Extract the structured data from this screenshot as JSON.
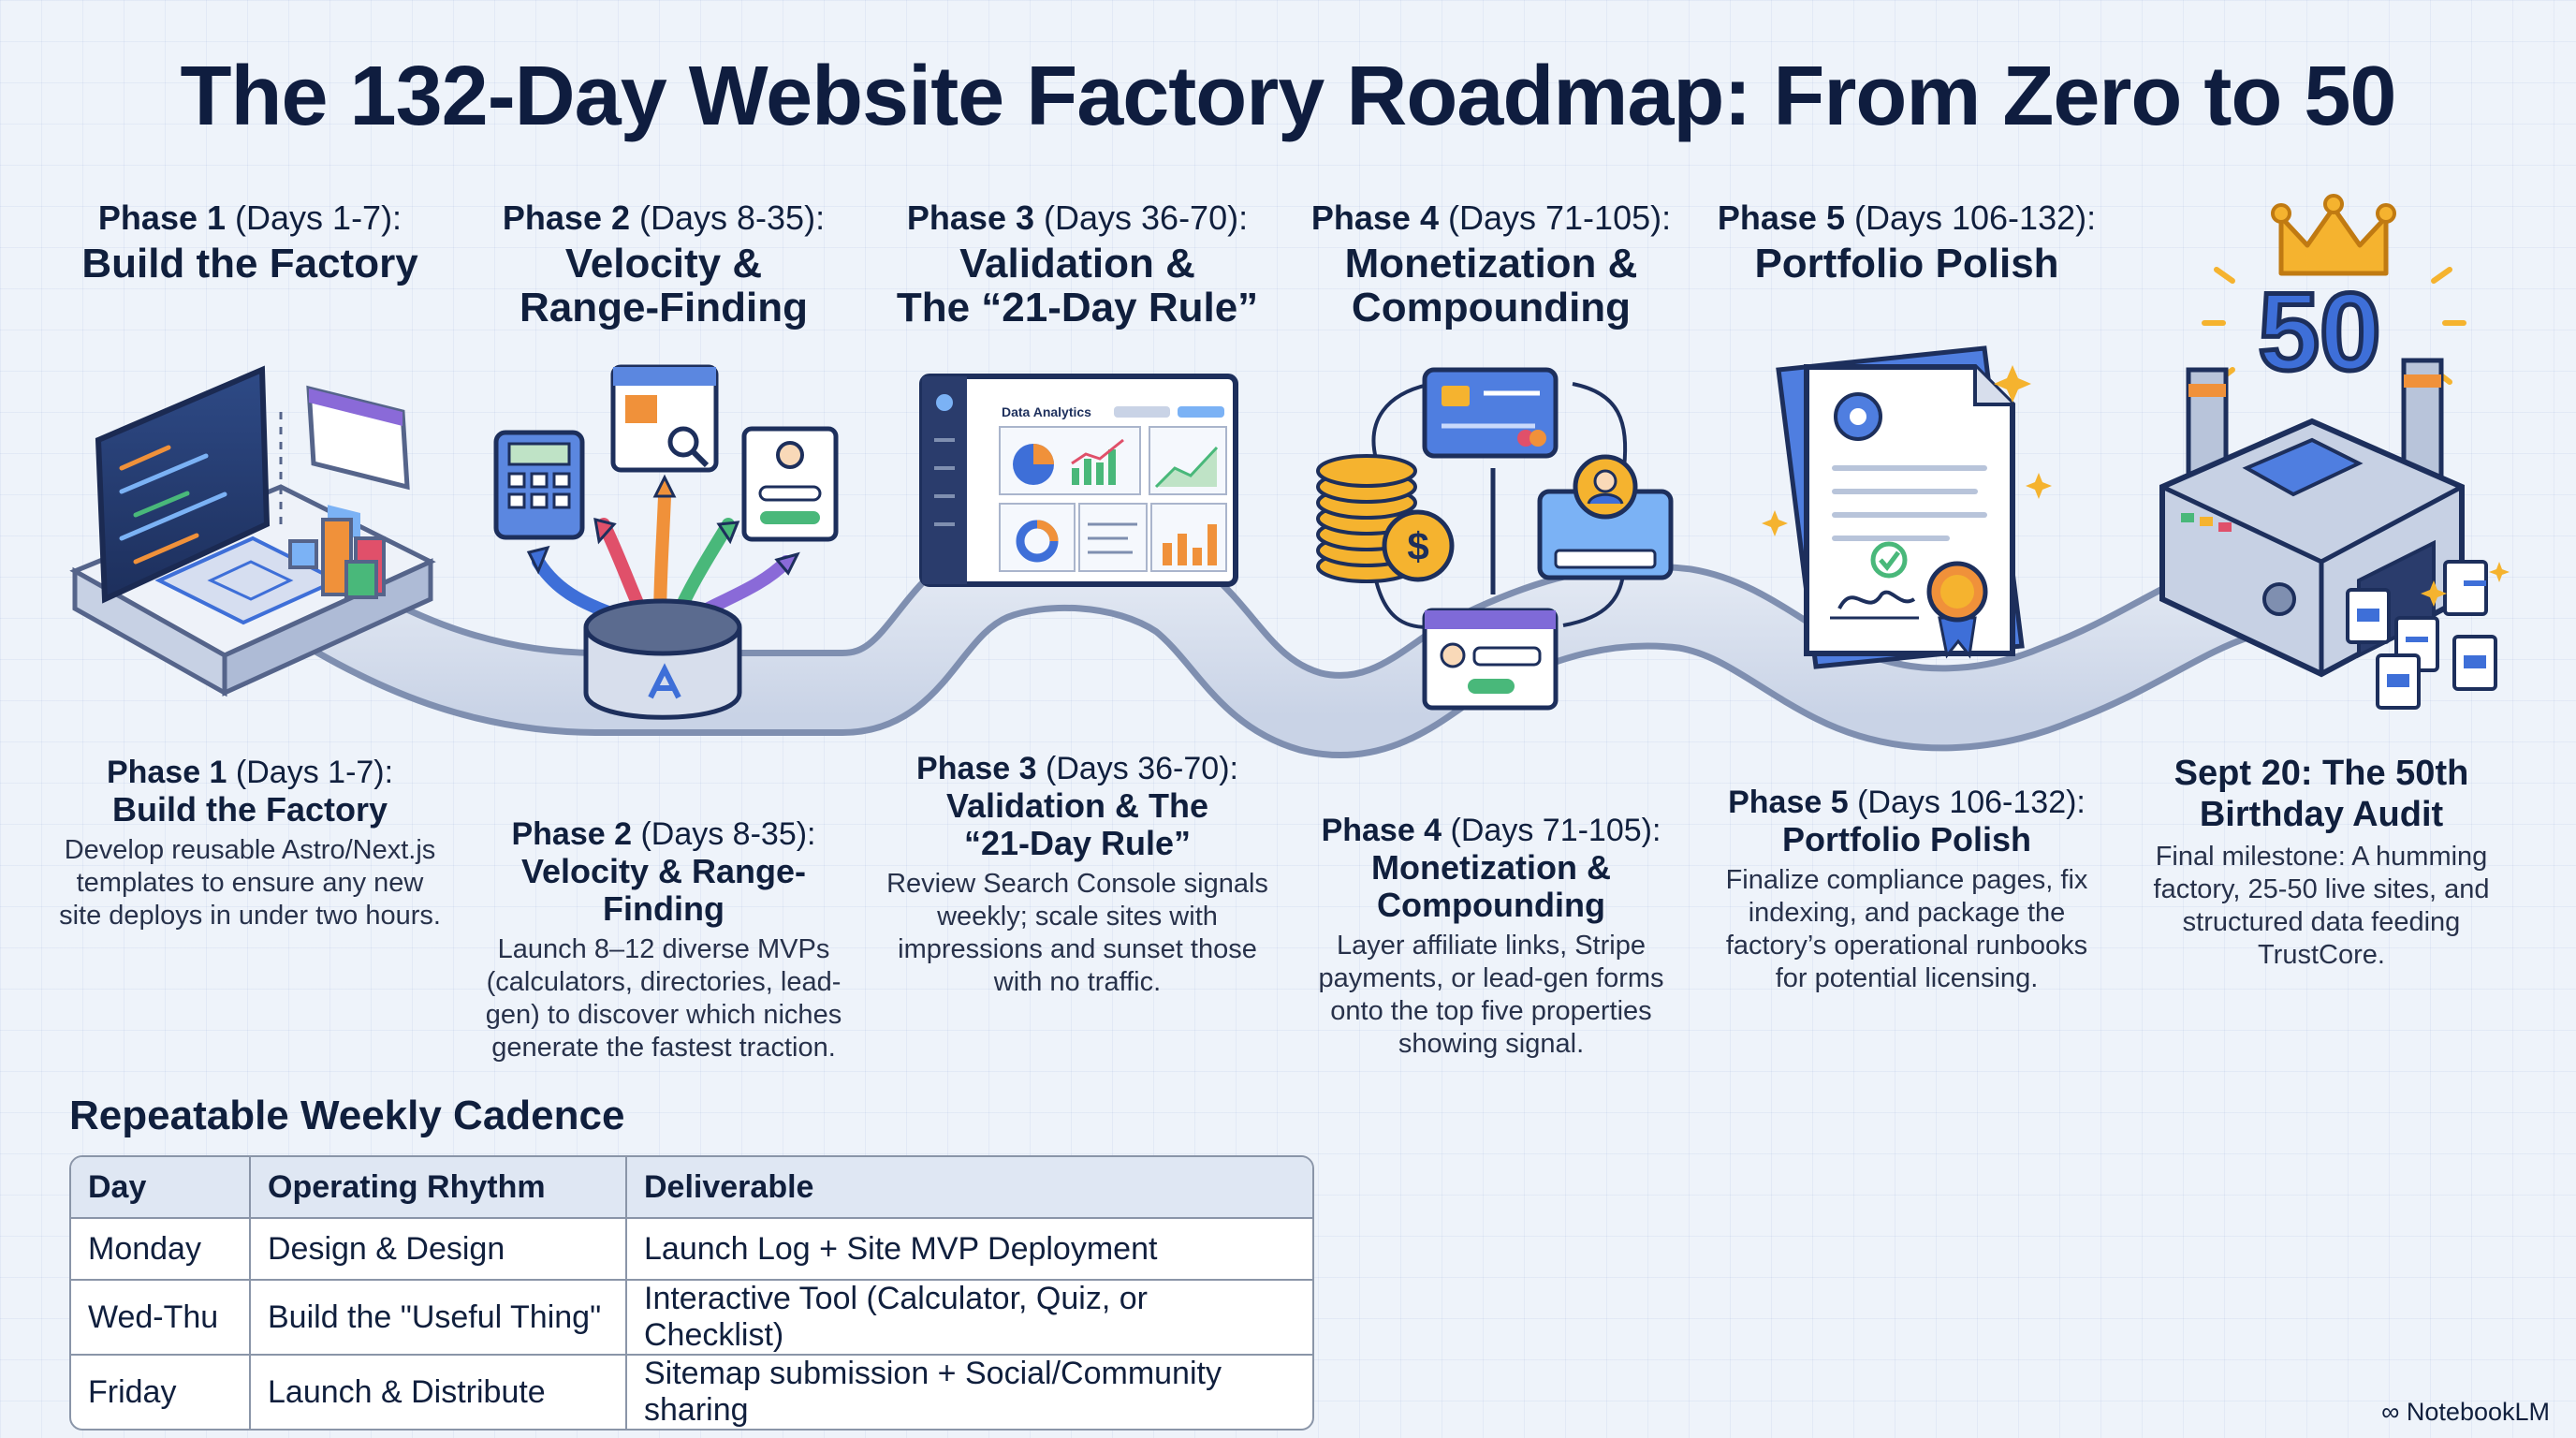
{
  "title": "The 132-Day Website Factory Roadmap: From Zero to 50",
  "phases": [
    {
      "label": "Phase 1",
      "days": "(Days 1-7):",
      "title": "Build the Factory",
      "title_block": "Build the Factory",
      "body": "Develop reusable Astro/Next.js templates to ensure any new site deploys in under two hours."
    },
    {
      "label": "Phase 2",
      "days": "(Days 8-35):",
      "title": "Velocity &\nRange-Finding",
      "title_block": "Velocity & Range-Finding",
      "body": "Launch 8–12 diverse MVPs (calculators, directories, lead-gen) to discover which niches generate the fastest traction."
    },
    {
      "label": "Phase 3",
      "days": "(Days 36-70):",
      "title": "Validation &\nThe “21-Day Rule”",
      "title_block": "Validation & The\n“21-Day Rule”",
      "body": "Review Search Console signals weekly; scale sites with impressions and sunset those with no traffic."
    },
    {
      "label": "Phase 4",
      "days": "(Days 71-105):",
      "title": "Monetization &\nCompounding",
      "title_block": "Monetization &\nCompounding",
      "body": "Layer affiliate links, Stripe payments, or lead-gen forms onto the top five properties showing signal."
    },
    {
      "label": "Phase 5",
      "days": "(Days 106-132):",
      "title": "Portfolio Polish",
      "title_block": "Portfolio Polish",
      "body": "Finalize compliance pages, fix indexing, and package the factory’s operational runbooks for potential licensing."
    }
  ],
  "milestone": {
    "number": "50",
    "title": "Sept 20: The 50th\nBirthday Audit",
    "body": "Final milestone: A humming factory, 25-50 live sites, and structured data feeding TrustCore."
  },
  "illustration_text": {
    "analytics_title": "Data Analytics"
  },
  "cadence": {
    "title": "Repeatable Weekly Cadence",
    "headers": [
      "Day",
      "Operating Rhythm",
      "Deliverable"
    ],
    "rows": [
      [
        "Monday",
        "Design & Design",
        "Launch Log + Site MVP Deployment"
      ],
      [
        "Wed-Thu",
        "Build the \"Useful Thing\"",
        "Interactive Tool (Calculator, Quiz, or Checklist)"
      ],
      [
        "Friday",
        "Launch & Distribute",
        "Sitemap submission + Social/Community sharing"
      ]
    ]
  },
  "brand": "NotebookLM",
  "colors": {
    "navy": "#0f1d3f",
    "blue": "#3e6fd8",
    "orange": "#f0913a",
    "green": "#49b87a",
    "purple": "#8a6ad8",
    "gold": "#f5b32f",
    "road": "#b8c4da"
  }
}
